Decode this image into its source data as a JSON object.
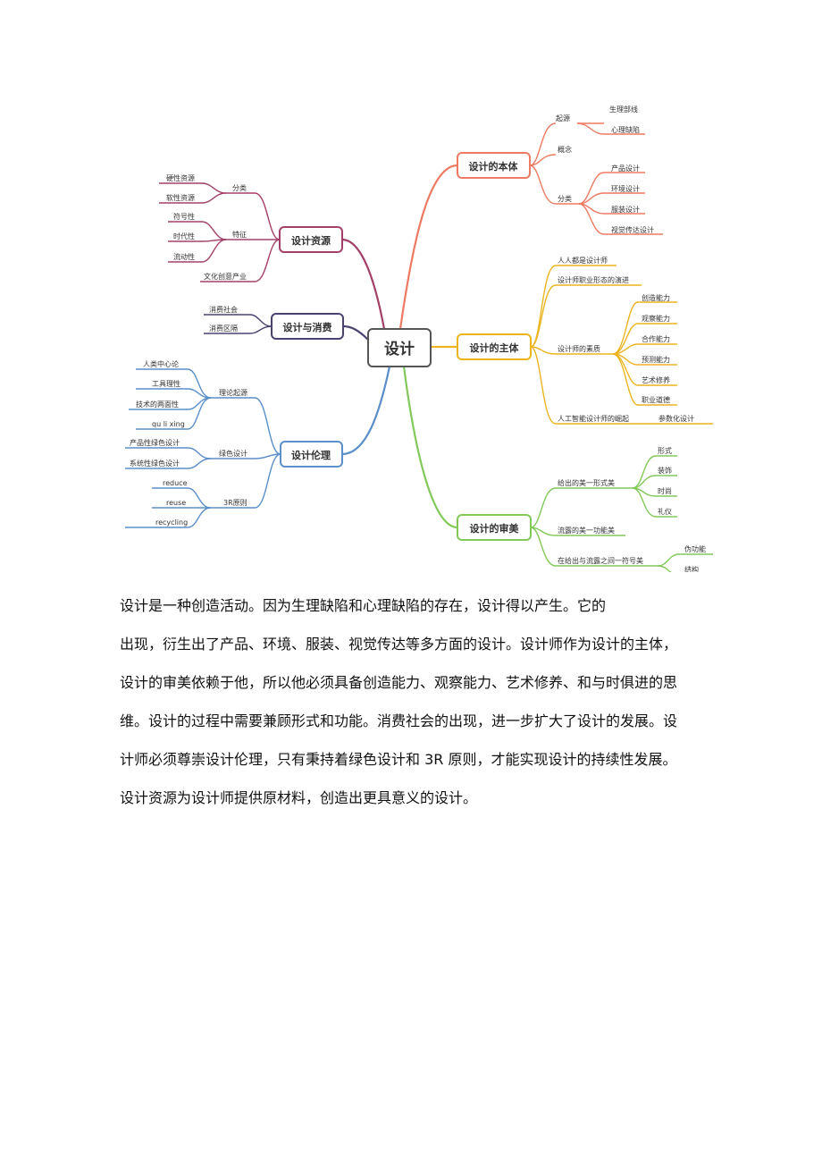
{
  "mindmap": {
    "center": "设计",
    "colors": {
      "ontology": "#ee7a62",
      "subject": "#ecb421",
      "aesthetic": "#82c95a",
      "resource": "#a3406a",
      "consumption": "#4a4270",
      "ethics": "#5b8fc9"
    },
    "ontology": {
      "label": "设计的本体",
      "origin": "起源",
      "origin_items": [
        "生理部线",
        "心理缺陷"
      ],
      "concept": "概念",
      "category": "分类",
      "category_items": [
        "产品设计",
        "环境设计",
        "服装设计",
        "视觉传达设计"
      ]
    },
    "subject": {
      "label": "设计的主体",
      "everyone": "人人都是设计师",
      "evolution": "设计师职业形态的演进",
      "quality": "设计师的素质",
      "quality_items": [
        "创造能力",
        "观察能力",
        "合作能力",
        "预测能力",
        "艺术修养",
        "职业道德"
      ],
      "ai": "人工智能设计师的崛起",
      "parametric": "参数化设计"
    },
    "aesthetic": {
      "label": "设计的审美",
      "form": "给出的美一形式美",
      "form_items": [
        "形式",
        "装饰",
        "时尚",
        "礼仪"
      ],
      "function": "流露的美一功能美",
      "symbol": "在给出与流露之间一符号美",
      "symbol_items": [
        "伪功能",
        "结构"
      ]
    },
    "resource": {
      "label": "设计资源",
      "category": "分类",
      "category_items": [
        "硬性资源",
        "软性资源"
      ],
      "feature": "特征",
      "feature_items": [
        "符号性",
        "时代性",
        "流动性"
      ],
      "industry": "文化创意产业"
    },
    "consumption": {
      "label": "设计与消费",
      "items": [
        "消费社会",
        "消费区隔"
      ]
    },
    "ethics": {
      "label": "设计伦理",
      "theory": "理论起源",
      "theory_items": [
        "人类中心论",
        "工具理性",
        "技术的两面性",
        "qu li xing"
      ],
      "green": "绿色设计",
      "green_items": [
        "产品性绿色设计",
        "系统性绿色设计"
      ],
      "r3": "3R原则",
      "r3_items": [
        "reduce",
        "reuse",
        "recycling"
      ]
    }
  },
  "paragraph": {
    "lines": [
      "设计是一种创造活动。因为生理缺陷和心理缺陷的存在，设计得以产生。它的",
      "出现，衍生出了产品、环境、服装、视觉传达等多方面的设计。设计师作为设计的主体，",
      "设计的审美依赖于他，所以他必须具备创造能力、观察能力、艺术修养、和与时俱进的思",
      "维。设计的过程中需要兼顾形式和功能。消费社会的出现，进一步扩大了设计的发展。设",
      "计师必须尊崇设计伦理，只有秉持着绿色设计和 3R 原则，才能实现设计的持续性发展。",
      "设计资源为设计师提供原材料，创造出更具意义的设计。"
    ]
  }
}
